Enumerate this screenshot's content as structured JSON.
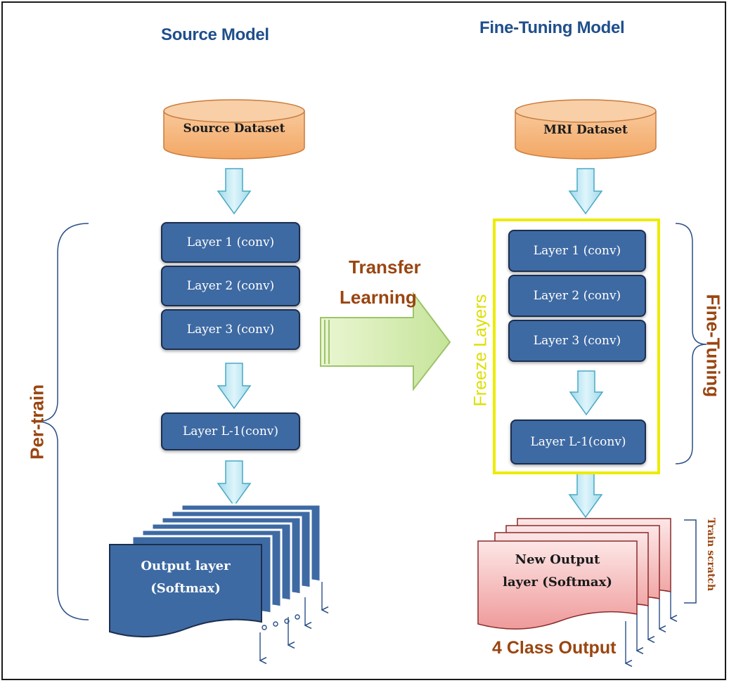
{
  "source_model": {
    "title": "Source Model",
    "dataset": "Source Dataset",
    "layers": [
      "Layer 1 (conv)",
      "Layer 2 (conv)",
      "Layer 3 (conv)"
    ],
    "last_layer": "Layer L-1(conv)",
    "output_line1": "Output layer",
    "output_line2": "(Softmax)",
    "brace_label": "Per-train"
  },
  "transfer": {
    "line1": "Transfer",
    "line2": "Learning"
  },
  "fine_tuning_model": {
    "title": "Fine-Tuning Model",
    "dataset": "MRI Dataset",
    "layers": [
      "Layer 1 (conv)",
      "Layer 2 (conv)",
      "Layer 3 (conv)"
    ],
    "last_layer": "Layer L-1(conv)",
    "freeze_label": "Freeze Layers",
    "brace_label": "Fine-Tuning",
    "output_line1": "New Output",
    "output_line2": "layer (Softmax)",
    "train_label": "Train scratch",
    "class_output": "4 Class Output"
  },
  "colors": {
    "title_blue": "#1f4e8c",
    "layer_blue": "#3e6aa3",
    "dataset_orange": "#f6b77f",
    "arrow_cyan": "#b8e8f4",
    "freeze_yellow": "#ecec00",
    "label_brown": "#9a4510",
    "output_pink": "#f3a3a3",
    "transfer_green": "#d5ecb0"
  }
}
